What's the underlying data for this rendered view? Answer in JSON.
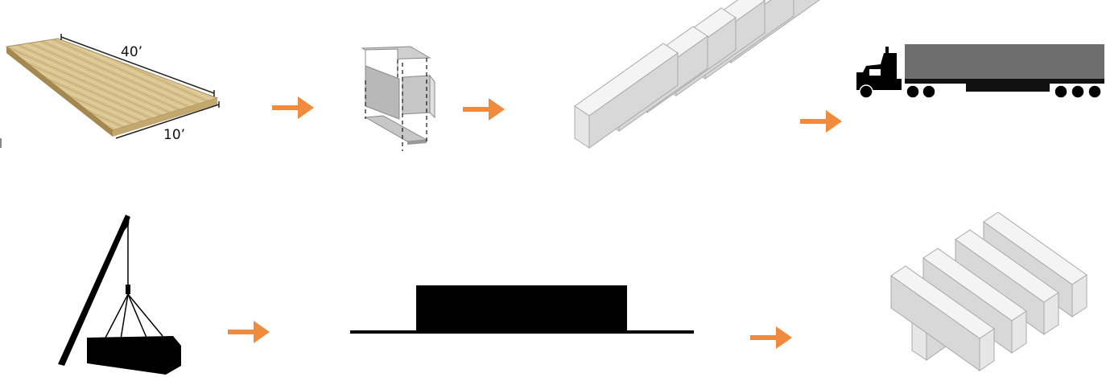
{
  "panel_dimensions": {
    "length": "40’",
    "width": "10’"
  },
  "colors": {
    "arrow": "#f08a3c",
    "wood_light": "#d9c48f",
    "wood_dark": "#b69d63",
    "module_top": "#f4f4f4",
    "module_side": "#dcdcdc",
    "module_front": "#e8e8e8",
    "trailer": "#6e6e6e",
    "silhouette": "#000000"
  },
  "steps": [
    {
      "id": "clt-panel",
      "icon": "wood-panel-icon"
    },
    {
      "id": "module-assembly",
      "icon": "exploded-module-icon"
    },
    {
      "id": "modules-in-factory",
      "icon": "module-row-icon"
    },
    {
      "id": "truck-transport",
      "icon": "semi-truck-icon"
    },
    {
      "id": "crane-lift",
      "icon": "crane-icon"
    },
    {
      "id": "foundation",
      "icon": "foundation-icon"
    },
    {
      "id": "stacked-building",
      "icon": "stacked-modules-icon"
    }
  ]
}
